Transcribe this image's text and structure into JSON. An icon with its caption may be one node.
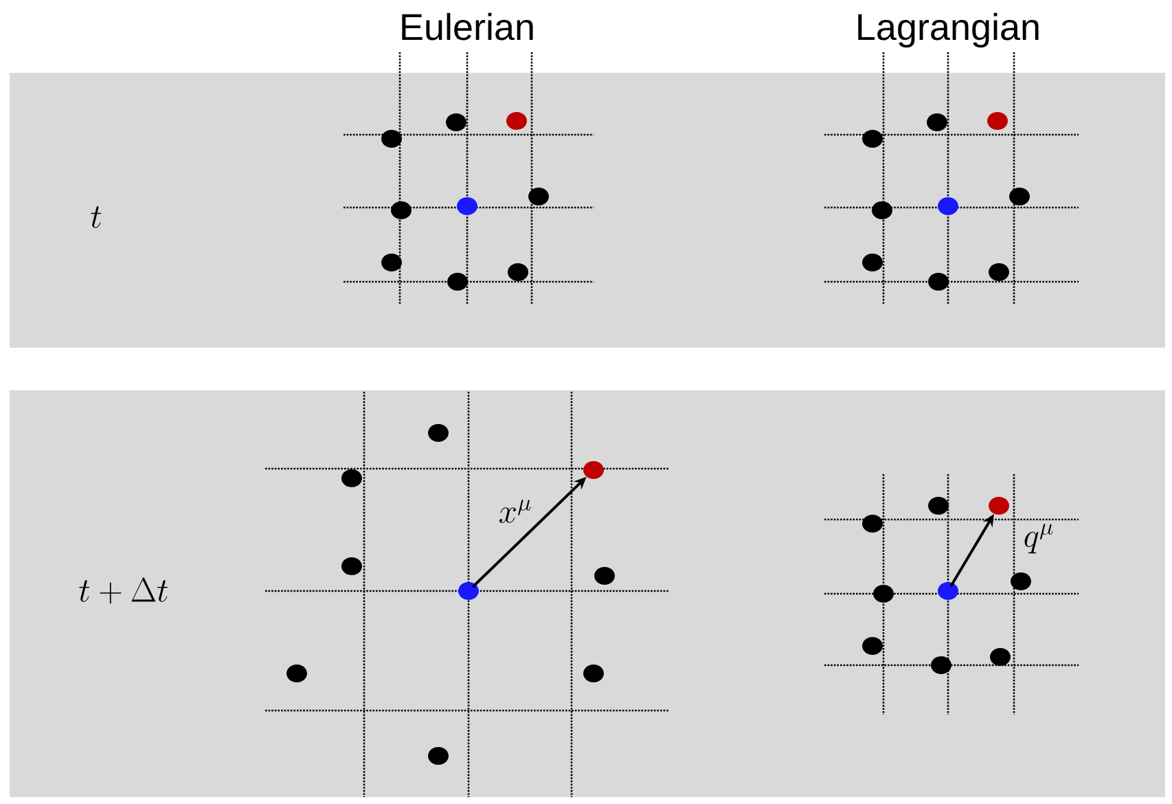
{
  "diagram": {
    "nodes": [
      {
        "text": [],
        "shape": "circle"
      },
      {
        "text": [],
        "shape": "circle"
      },
      {
        "text": [],
        "shape": "circle"
      },
      {
        "text": [],
        "shape": "circle"
      }
    ],
    "edges": [
      {
        "from": 1,
        "to": 0,
        "arrow": "to",
        "label": "x^{\\mu}"
      },
      {
        "from": 3,
        "to": 2,
        "arrow": "to",
        "label": "q^{\\mu}"
      }
    ],
    "labels": [
      "Eulerian",
      "Lagrangian",
      "t",
      "t + \\Delta t"
    ]
  }
}
